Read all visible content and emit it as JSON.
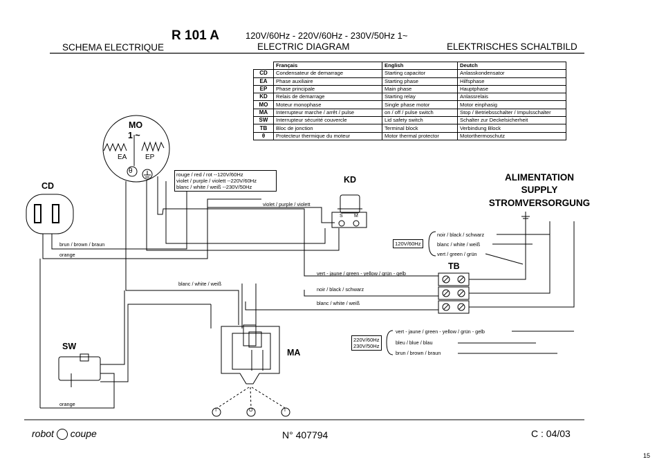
{
  "header": {
    "model": "R 101 A",
    "voltages": "120V/60Hz - 220V/60Hz - 230V/50Hz  1~",
    "title_fr": "SCHEMA ELECTRIQUE",
    "title_en": "ELECTRIC DIAGRAM",
    "title_de": "ELEKTRISCHES SCHALTBILD"
  },
  "legend": {
    "headers": [
      "Français",
      "English",
      "Deutch"
    ],
    "rows": [
      {
        "code": "CD",
        "fr": "Condensateur de demarrage",
        "en": "Starting capacitor",
        "de": "Anlasskondensator"
      },
      {
        "code": "EA",
        "fr": "Phase auxiliaire",
        "en": "Starting phase",
        "de": "Hilfsphase"
      },
      {
        "code": "EP",
        "fr": "Phase principale",
        "en": "Main phase",
        "de": "Hauptphase"
      },
      {
        "code": "KD",
        "fr": "Relais de demarrage",
        "en": "Starting relay",
        "de": "Anlassrelais"
      },
      {
        "code": "MO",
        "fr": "Moteur monophase",
        "en": "Single phase motor",
        "de": "Motor einphasig"
      },
      {
        "code": "MA",
        "fr": "Interrupteur marche / arrêt / pulse",
        "en": "on / off / pulse switch",
        "de": "Stop / Betriebsschalter / Impulsschalter"
      },
      {
        "code": "SW",
        "fr": "Interrupteur sécurité couvercle",
        "en": "Lid safety switch",
        "de": "Schalter zur Deckelsicherheit"
      },
      {
        "code": "TB",
        "fr": "Bloc de jonction",
        "en": "Terminal block",
        "de": "Verbindung Block"
      },
      {
        "code": "θ",
        "fr": "Protecteur thermique du moteur",
        "en": "Motor thermal protector",
        "de": "Motorthermoschutz"
      }
    ]
  },
  "components": {
    "mo": "MO",
    "mo_phase": "1 ~",
    "ea": "EA",
    "ep": "EP",
    "theta": "θ",
    "cd": "CD",
    "kd": "KD",
    "kd_s": "S",
    "kd_m": "M",
    "sw": "SW",
    "ma": "MA",
    "tb": "TB",
    "ma_positions": [
      "T",
      "O",
      "I"
    ]
  },
  "motor_wires": [
    "rouge / red / rot       --120V/60Hz",
    "violet / purple / violett --220V/60Hz",
    "blanc / white / weiß    --230V/50Hz"
  ],
  "wires": {
    "violet": "violet / purple / violett",
    "brun": "brun / brown / braun",
    "orange_top": "orange",
    "orange_bottom": "orange",
    "blanc_sw": "blanc / white / weiß",
    "vert_tb": "vert - jaune / green - yellow / grün - gelb",
    "noir_tb": "noir / black / schwarz",
    "blanc_tb": "blanc / white / weiß"
  },
  "supply": {
    "title_fr": "ALIMENTATION",
    "title_en": "SUPPLY",
    "title_de": "STROMVERSORGUNG",
    "group1_voltage": "120V/60Hz",
    "group1_wires": [
      "noir / black / schwarz",
      "blanc / white / weiß",
      "vert / green / grün"
    ],
    "group2_voltages": [
      "220V/60Hz",
      "230V/50Hz"
    ],
    "group2_wires": [
      "vert - jaune / green - yellow / grün - gelb",
      "bleu / blue / blau",
      "brun / brown / braun"
    ]
  },
  "footer": {
    "brand_left": "robot",
    "brand_right": "coupe",
    "number": "N° 407794",
    "code": "C : 04/03",
    "page": "15"
  }
}
